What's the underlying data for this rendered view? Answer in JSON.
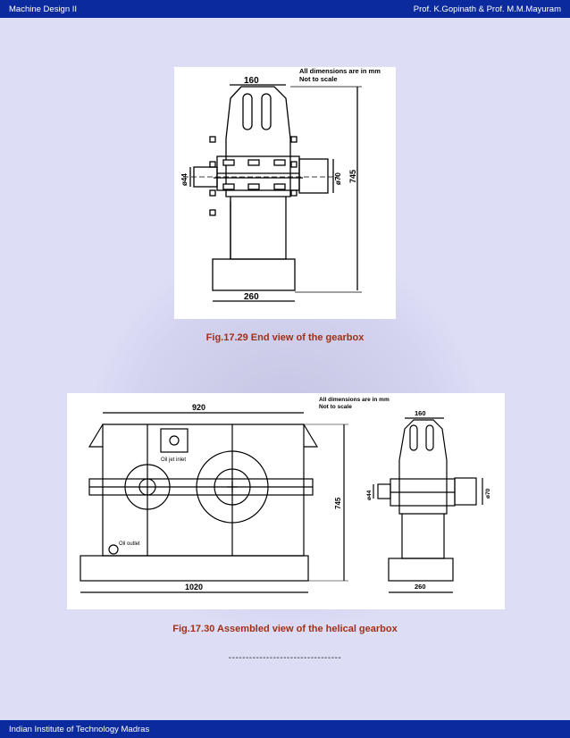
{
  "header": {
    "left": "Machine Design II",
    "right": "Prof. K.Gopinath & Prof. M.M.Mayuram"
  },
  "footer": {
    "text": "Indian Institute of Technology Madras"
  },
  "figure1": {
    "note_line1": "All dimensions are in mm",
    "note_line2": "Not to scale",
    "dim_top": "160",
    "dim_bottom": "260",
    "dim_height": "745",
    "dim_left_shaft": "ø44",
    "dim_right_shaft": "ø70",
    "caption": "Fig.17.29 End view of the gearbox"
  },
  "figure2": {
    "note_line1": "All dimensions are in mm",
    "note_line2": "Not to scale",
    "dim_width_top": "920",
    "dim_width_bottom": "1020",
    "dim_height": "745",
    "label_oil_inlet": "Oil jet inlet",
    "label_oil_outlet": "Oil outlet",
    "side_dim_top": "160",
    "side_dim_bottom": "260",
    "side_dim_left_shaft": "ø44",
    "side_dim_right_shaft": "ø70",
    "caption": "Fig.17.30 Assembled view of the helical gearbox"
  },
  "divider": "---------------------------------"
}
